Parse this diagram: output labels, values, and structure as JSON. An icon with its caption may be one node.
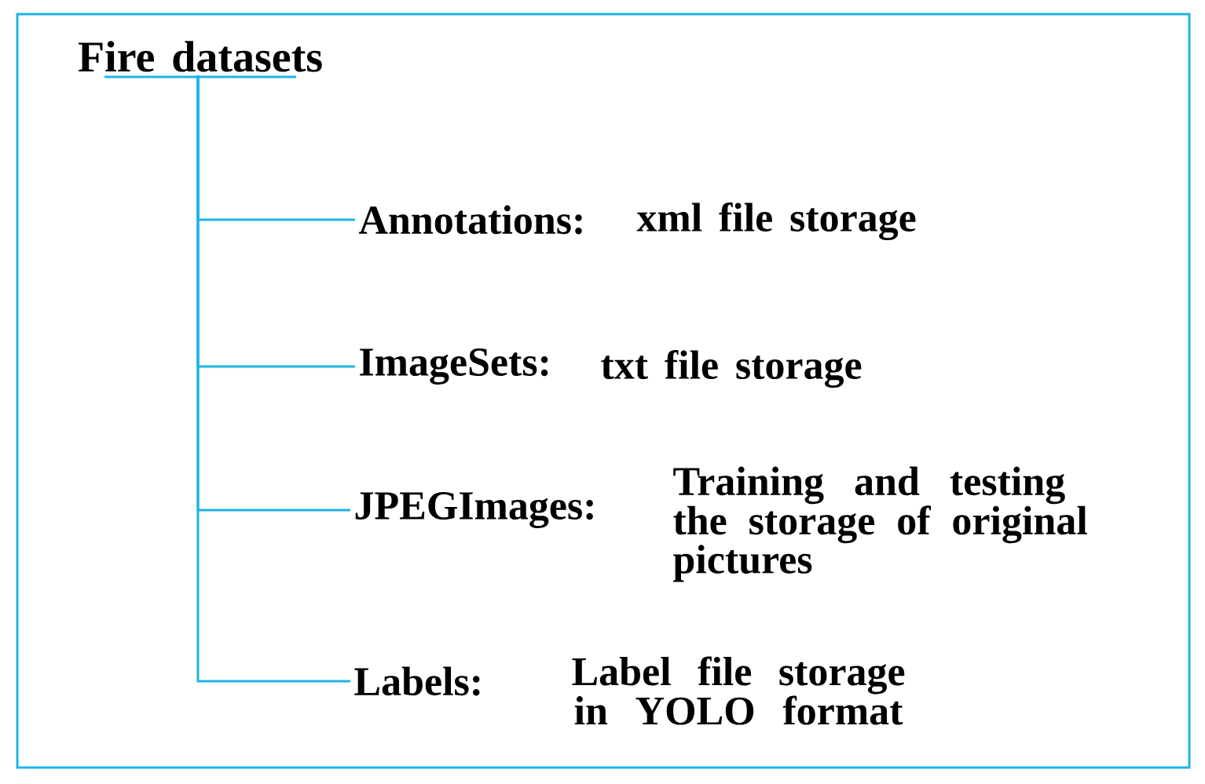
{
  "diagram": {
    "nodes": [
      {
        "text": [
          "Fire datasets"
        ]
      },
      {
        "text": [
          "Annotations:",
          "xml file storage"
        ]
      },
      {
        "text": [
          "ImageSets:",
          "txt file storage"
        ]
      },
      {
        "text": [
          "JPEGImages:",
          "Training and testing the storage of original pictures"
        ]
      },
      {
        "text": [
          "Labels:",
          "Label file storage in YOLO format"
        ]
      }
    ],
    "edges": [
      {
        "from": 0,
        "to": 1,
        "arrow": "none"
      },
      {
        "from": 0,
        "to": 2,
        "arrow": "none"
      },
      {
        "from": 0,
        "to": 3,
        "arrow": "none"
      },
      {
        "from": 0,
        "to": 4,
        "arrow": "none"
      }
    ]
  }
}
